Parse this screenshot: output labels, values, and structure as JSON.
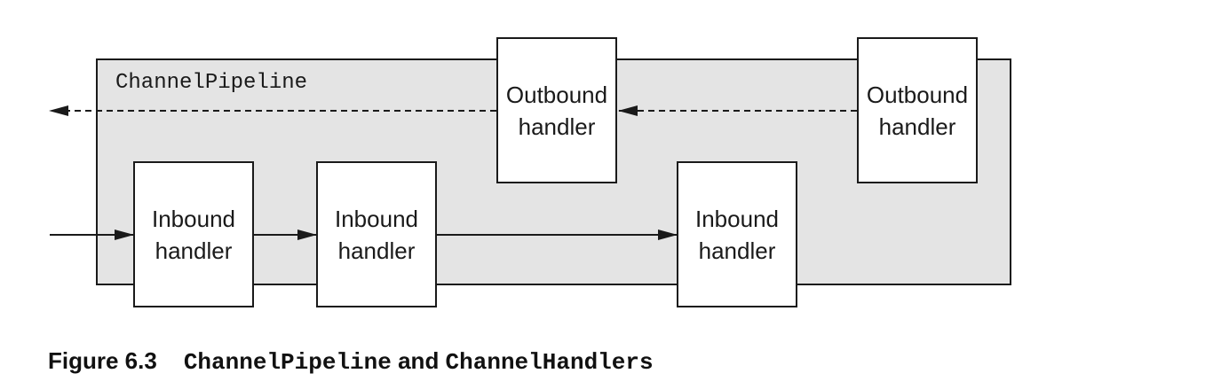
{
  "pipeline": {
    "label": "ChannelPipeline"
  },
  "handlers": {
    "outbound_1": "Outbound\nhandler",
    "outbound_2": "Outbound\nhandler",
    "inbound_1": "Inbound\nhandler",
    "inbound_2": "Inbound\nhandler",
    "inbound_3": "Inbound\nhandler"
  },
  "caption": {
    "figure": "Figure 6.3",
    "part1": "ChannelPipeline",
    "connector": " and ",
    "part2": "ChannelHandlers"
  },
  "colors": {
    "pipeline_fill": "#e4e4e4",
    "stroke": "#1a1a1a",
    "handler_fill": "#ffffff"
  }
}
